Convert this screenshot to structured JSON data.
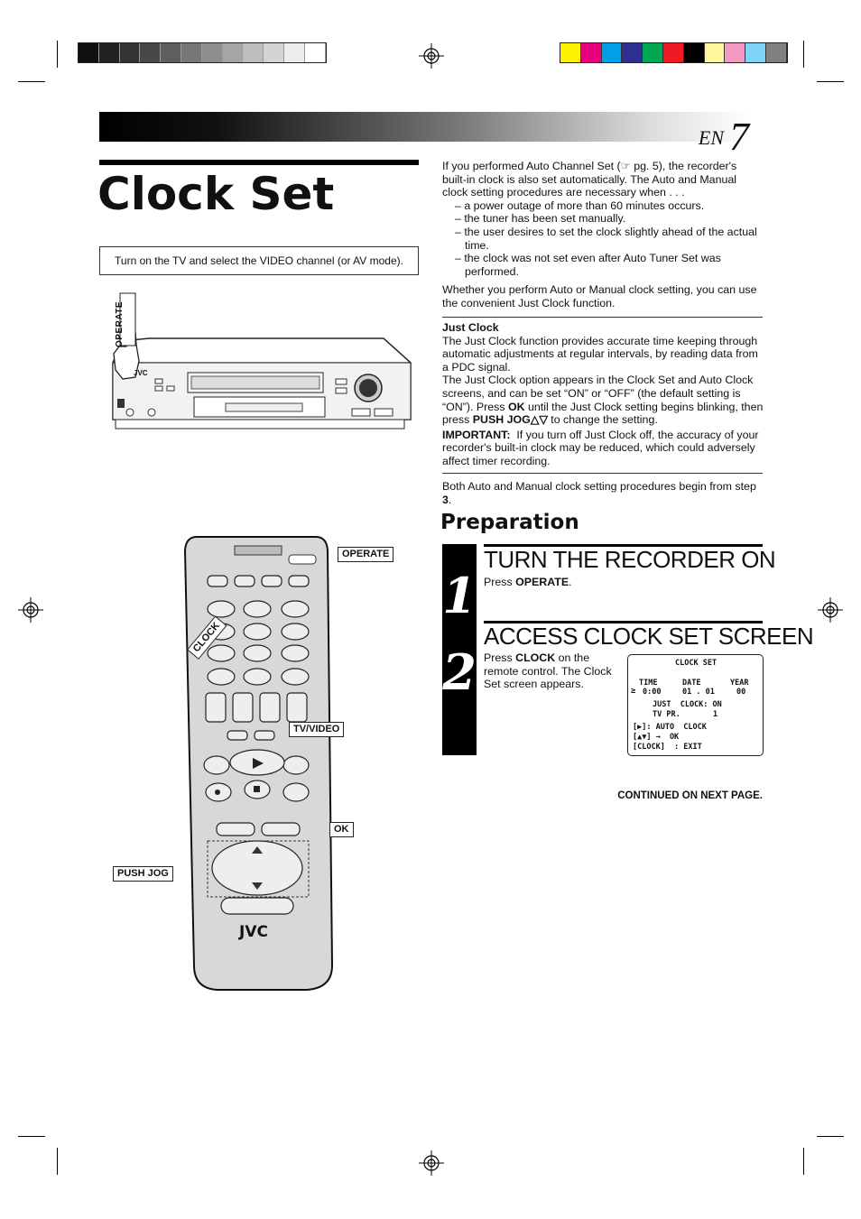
{
  "header": {
    "lang": "EN",
    "page_number": "7"
  },
  "title": "Clock Set",
  "note_box": "Turn on the TV and select the VIDEO channel (or AV mode).",
  "intro": {
    "para1": "If you performed Auto Channel Set (☞ pg. 5), the recorder's built-in clock is also set automatically. The Auto and Manual clock setting procedures are necessary when . . .",
    "bullets": [
      "– a power outage of more than 60 minutes occurs.",
      "– the tuner has been set manually.",
      "– the user desires to set the clock slightly ahead of the actual time.",
      "– the clock was not set even after Auto Tuner Set was performed."
    ],
    "para2": "Whether you perform Auto or Manual clock setting, you can use the convenient Just Clock function."
  },
  "just_clock": {
    "heading": "Just Clock",
    "para1": "The Just Clock function provides accurate time keeping through automatic adjustments at regular intervals, by reading data from a PDC signal.",
    "para2_pre": "The Just Clock option appears in the Clock Set and Auto Clock screens, and can be set “ON” or “OFF” (the default setting is “ON”). Press ",
    "para2_ok": "OK",
    "para2_mid": " until the Just Clock setting begins blinking, then press ",
    "para2_jog": "PUSH JOG△▽",
    "para2_post": " to change the setting.",
    "important_label": "IMPORTANT:",
    "important_text": "  If you turn off Just Clock off, the accuracy of your recorder's built-in clock may be reduced, which could adversely affect timer recording."
  },
  "both_note_pre": "Both Auto and Manual clock setting procedures begin from step ",
  "both_note_step": "3",
  "both_note_post": ".",
  "preparation": "Preparation",
  "steps": [
    {
      "num": "1",
      "heading": "TURN THE RECORDER ON",
      "text_pre": "Press ",
      "text_bold": "OPERATE",
      "text_post": "."
    },
    {
      "num": "2",
      "heading": "ACCESS CLOCK SET SCREEN",
      "text_pre": "Press ",
      "text_bold": "CLOCK",
      "text_post": " on the remote control. The Clock Set screen appears."
    }
  ],
  "screen": {
    "title": "CLOCK SET",
    "col_time": "TIME",
    "col_date": "DATE",
    "col_year": "YEAR",
    "time_val": "0:00",
    "date_val": "01 . 01",
    "year_val": "00",
    "just_clock": "JUST  CLOCK: ON",
    "tv_pr": "TV PR.",
    "tv_pr_val": "1",
    "line_auto": "[▶]: AUTO  CLOCK",
    "line_ok": "[▲▼] →  OK",
    "line_exit": "[CLOCK]  : EXIT"
  },
  "vcr": {
    "operate_label": "OPERATE",
    "brand": "JVC"
  },
  "remote": {
    "brand": "JVC",
    "callout_operate": "OPERATE",
    "callout_clock": "CLOCK",
    "callout_tvvideo": "TV/VIDEO",
    "callout_ok": "OK",
    "callout_pushjog": "PUSH JOG"
  },
  "continued": "CONTINUED ON NEXT PAGE.",
  "colors": {
    "gray_bar": [
      "#111",
      "#222",
      "#333",
      "#484848",
      "#5e5e5e",
      "#777",
      "#8e8e8e",
      "#a6a6a6",
      "#bdbdbd",
      "#d4d4d4",
      "#ececec",
      "#ffffff"
    ],
    "color_bar": [
      "#fff200",
      "#e6007e",
      "#00a0e9",
      "#2e3192",
      "#00a650",
      "#ed1c24",
      "#000000",
      "#fff799",
      "#f49ac1",
      "#7fd3f7",
      "#808080"
    ]
  }
}
